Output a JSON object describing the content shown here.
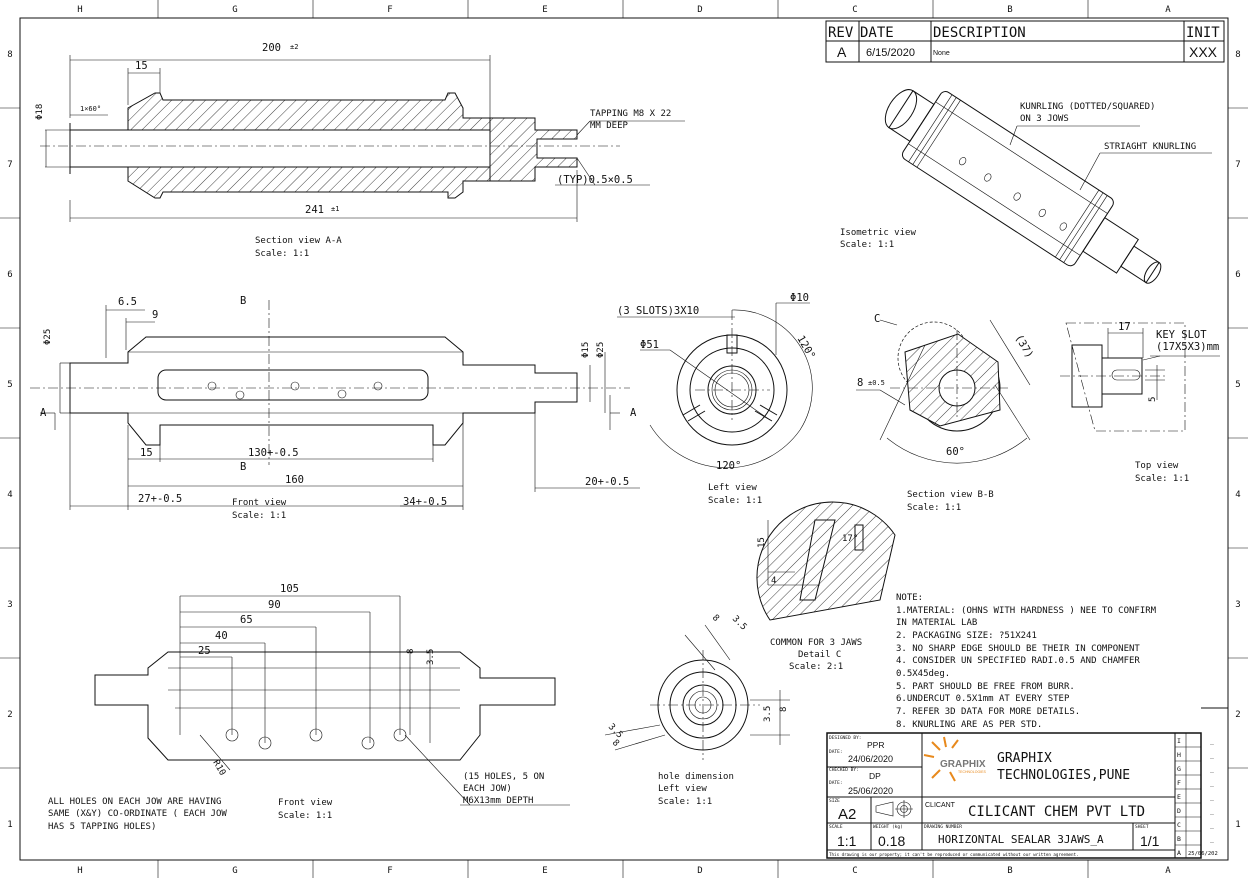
{
  "frame": {
    "zone_letters": [
      "H",
      "G",
      "F",
      "E",
      "D",
      "C",
      "B",
      "A"
    ],
    "zone_numbers": [
      "8",
      "7",
      "6",
      "5",
      "4",
      "3",
      "2",
      "1"
    ]
  },
  "revision_table": {
    "headers": {
      "rev": "REV",
      "date": "DATE",
      "description": "DESCRIPTION",
      "init": "INIT"
    },
    "rows": [
      {
        "rev": "A",
        "date": "6/15/2020",
        "description": "None",
        "init": "XXX"
      }
    ]
  },
  "section_aa": {
    "dim_overall_top": "200",
    "dim_overall_top_tol": "±2",
    "dim_15": "15",
    "dim_dia18": "Φ18",
    "chamfer": "1×60°",
    "tapping_line1": "TAPPING M8 X 22",
    "tapping_line2": "MM DEEP",
    "typ_chamfer": "(TYP)0.5×0.5",
    "dim_overall_bottom": "241",
    "dim_overall_bottom_tol": "±1",
    "title": "Section view A-A",
    "scale": "Scale:  1:1"
  },
  "front_view": {
    "dim_6_5": "6.5",
    "dim_9": "9",
    "dim_dia25_left": "Φ25",
    "dim_dia15": "Φ15",
    "dim_dia25_right": "Φ25",
    "section_b_top": "B",
    "section_b_bottom": "B",
    "section_a_left": "A",
    "section_a_right": "A",
    "dim_15": "15",
    "dim_130": "130+-0.5",
    "dim_160": "160",
    "dim_27": "27+-0.5",
    "dim_34": "34+-0.5",
    "dim_20": "20+-0.5",
    "title": "Front view",
    "scale": "Scale:  1:1"
  },
  "left_view": {
    "slots": "(3 SLOTS)3X10",
    "dia10": "Φ10",
    "dia51": "Φ51",
    "angle_top": "120°",
    "angle_bottom": "120°",
    "title": "Left view",
    "scale": "Scale:  1:1"
  },
  "section_bb": {
    "detail_c": "C",
    "dim_37": "(37)",
    "dim_8": "8",
    "dim_8_tol": "±0.5",
    "angle": "60°",
    "title": "Section view B-B",
    "scale": "Scale:  1:1"
  },
  "top_view": {
    "dim_17": "17",
    "key_slot_line1": "KEY SLOT",
    "key_slot_line2": "(17X5X3)mm",
    "dim_5": "5",
    "title": "Top view",
    "scale": "Scale:  1:1"
  },
  "isometric_view": {
    "knurling_line1": "KUNRLING (DOTTED/SQUARED)",
    "knurling_line2": "ON 3 JOWS",
    "straight_knurling": "STRIAGHT KNURLING",
    "title": "Isometric view",
    "scale": "Scale:  1:1"
  },
  "detail_c": {
    "dim_15": "15",
    "dim_4": "4",
    "angle": "17°",
    "common": "COMMON FOR 3 JAWS",
    "title": "Detail C",
    "scale": "Scale:  2:1"
  },
  "front_view_2": {
    "dims": [
      "105",
      "90",
      "65",
      "40",
      "25"
    ],
    "dim_8": "8",
    "dim_3_5": "3.5",
    "r10": "R10",
    "holes_line1": "(15 HOLES, 5 ON",
    "holes_line2": "EACH JOW)",
    "holes_line3": "M6X13mm DEPTH",
    "note_line1": "ALL HOLES ON EACH JOW ARE HAVING",
    "note_line2": "SAME (X&Y) CO-ORDINATE ( EACH JOW",
    "note_line3": "HAS 5 TAPPING HOLES)",
    "title": "Front view",
    "scale": "Scale:  1:1"
  },
  "hole_view": {
    "dim_8_top": "8",
    "dim_3_5_top": "3.5",
    "dim_3_5_right": "3.5",
    "dim_8_right": "8",
    "dim_3_5_left": "3.5",
    "dim_8_left": "8",
    "heading": "hole dimension",
    "title": "Left view",
    "scale": "Scale:  1:1"
  },
  "notes": {
    "heading": "NOTE:",
    "lines": [
      "1.MATERIAL: (OHNS WITH HARDNESS ) NEE TO CONFIRM",
      "IN MATERIAL LAB",
      "2. PACKAGING SIZE: ?51X241",
      "3. NO SHARP EDGE SHOULD BE THEIR IN COMPONENT",
      "4. CONSIDER UN SPECIFIED RADI.0.5 AND CHAMFER",
      "0.5X45deg.",
      "5. PART SHOULD BE FREE FROM BURR.",
      "6.UNDERCUT 0.5X1mm AT EVERY STEP",
      "7. REFER 3D DATA FOR MORE DETAILS.",
      "8. KNURLING ARE AS PER STD."
    ]
  },
  "title_block": {
    "designed_by_label": "DESIGNED BY:",
    "designed_by": "PPR",
    "date1_label": "DATE:",
    "date1": "24/06/2020",
    "checked_by_label": "CHECKED BY:",
    "checked_by": "DP",
    "date2_label": "DATE:",
    "date2": "25/06/2020",
    "logo_text": "GRAPHIX",
    "logo_subtext": "TECHNOLOGIES",
    "company_line1": "GRAPHIX",
    "company_line2": "TECHNOLOGIES,PUNE",
    "size_label": "SIZE",
    "size": "A2",
    "client_label": "CLICANT",
    "client": "CILICANT CHEM PVT LTD",
    "scale_label": "SCALE",
    "scale": "1:1",
    "weight_label": "WEIGHT (kg)",
    "weight": "0.18",
    "drawing_number_label": "DRAWING NUMBER",
    "drawing_number": "HORIZONTAL SEALAR 3JAWS_A",
    "sheet_label": "SHEET",
    "sheet": "1/1",
    "disclaimer": "This drawing is our property; it can't be reproduced or communicated without our written agreement.",
    "revisions": [
      {
        "letter": "I",
        "value": "_"
      },
      {
        "letter": "H",
        "value": "_"
      },
      {
        "letter": "G",
        "value": "_"
      },
      {
        "letter": "F",
        "value": "_"
      },
      {
        "letter": "E",
        "value": "_"
      },
      {
        "letter": "D",
        "value": "_"
      },
      {
        "letter": "C",
        "value": "_"
      },
      {
        "letter": "B",
        "value": "_"
      },
      {
        "letter": "A",
        "value": "25/06/202"
      }
    ],
    "logo_color": "#e8891c"
  }
}
